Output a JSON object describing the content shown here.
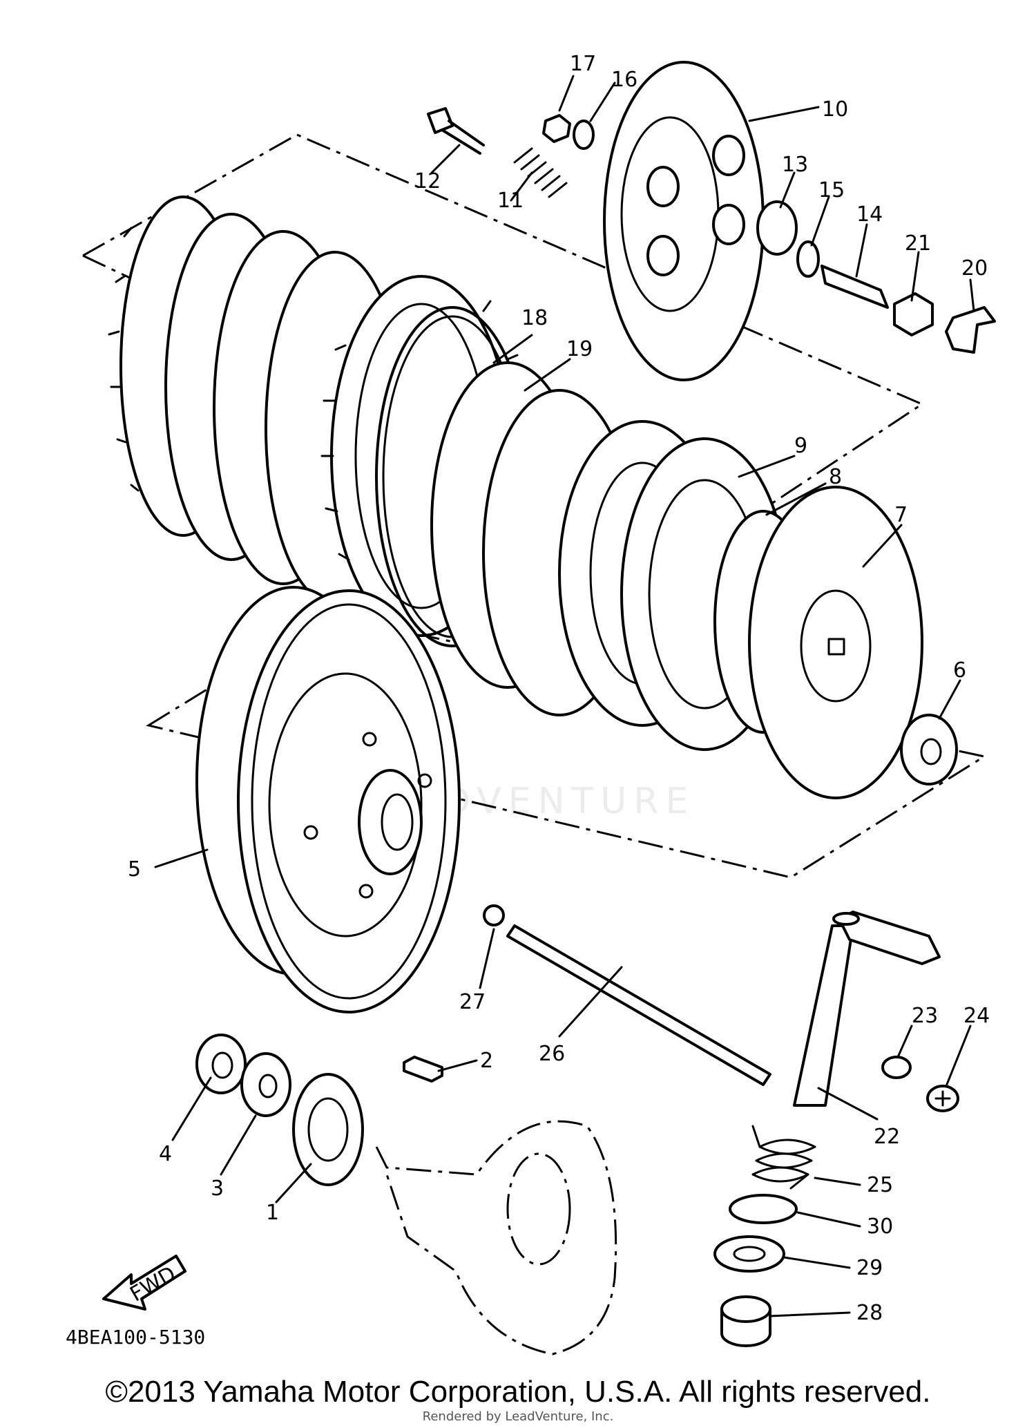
{
  "diagram_code": "4BEA100-5130",
  "copyright": "©2013 Yamaha Motor Corporation, U.S.A. All rights reserved.",
  "rendered_by": "Rendered by LeadVenture, Inc.",
  "watermark": "LEADVENTURE",
  "fwd_label": "FWD",
  "callouts": {
    "n1": "1",
    "n2": "2",
    "n3": "3",
    "n4": "4",
    "n5": "5",
    "n6": "6",
    "n7": "7",
    "n8": "8",
    "n9": "9",
    "n10": "10",
    "n11": "11",
    "n12": "12",
    "n13": "13",
    "n14": "14",
    "n15": "15",
    "n16": "16",
    "n17": "17",
    "n18": "18",
    "n19": "19",
    "n20": "20",
    "n21": "21",
    "n22": "22",
    "n23": "23",
    "n24": "24",
    "n25": "25",
    "n26": "26",
    "n27": "27",
    "n28": "28",
    "n29": "29",
    "n30": "30"
  }
}
